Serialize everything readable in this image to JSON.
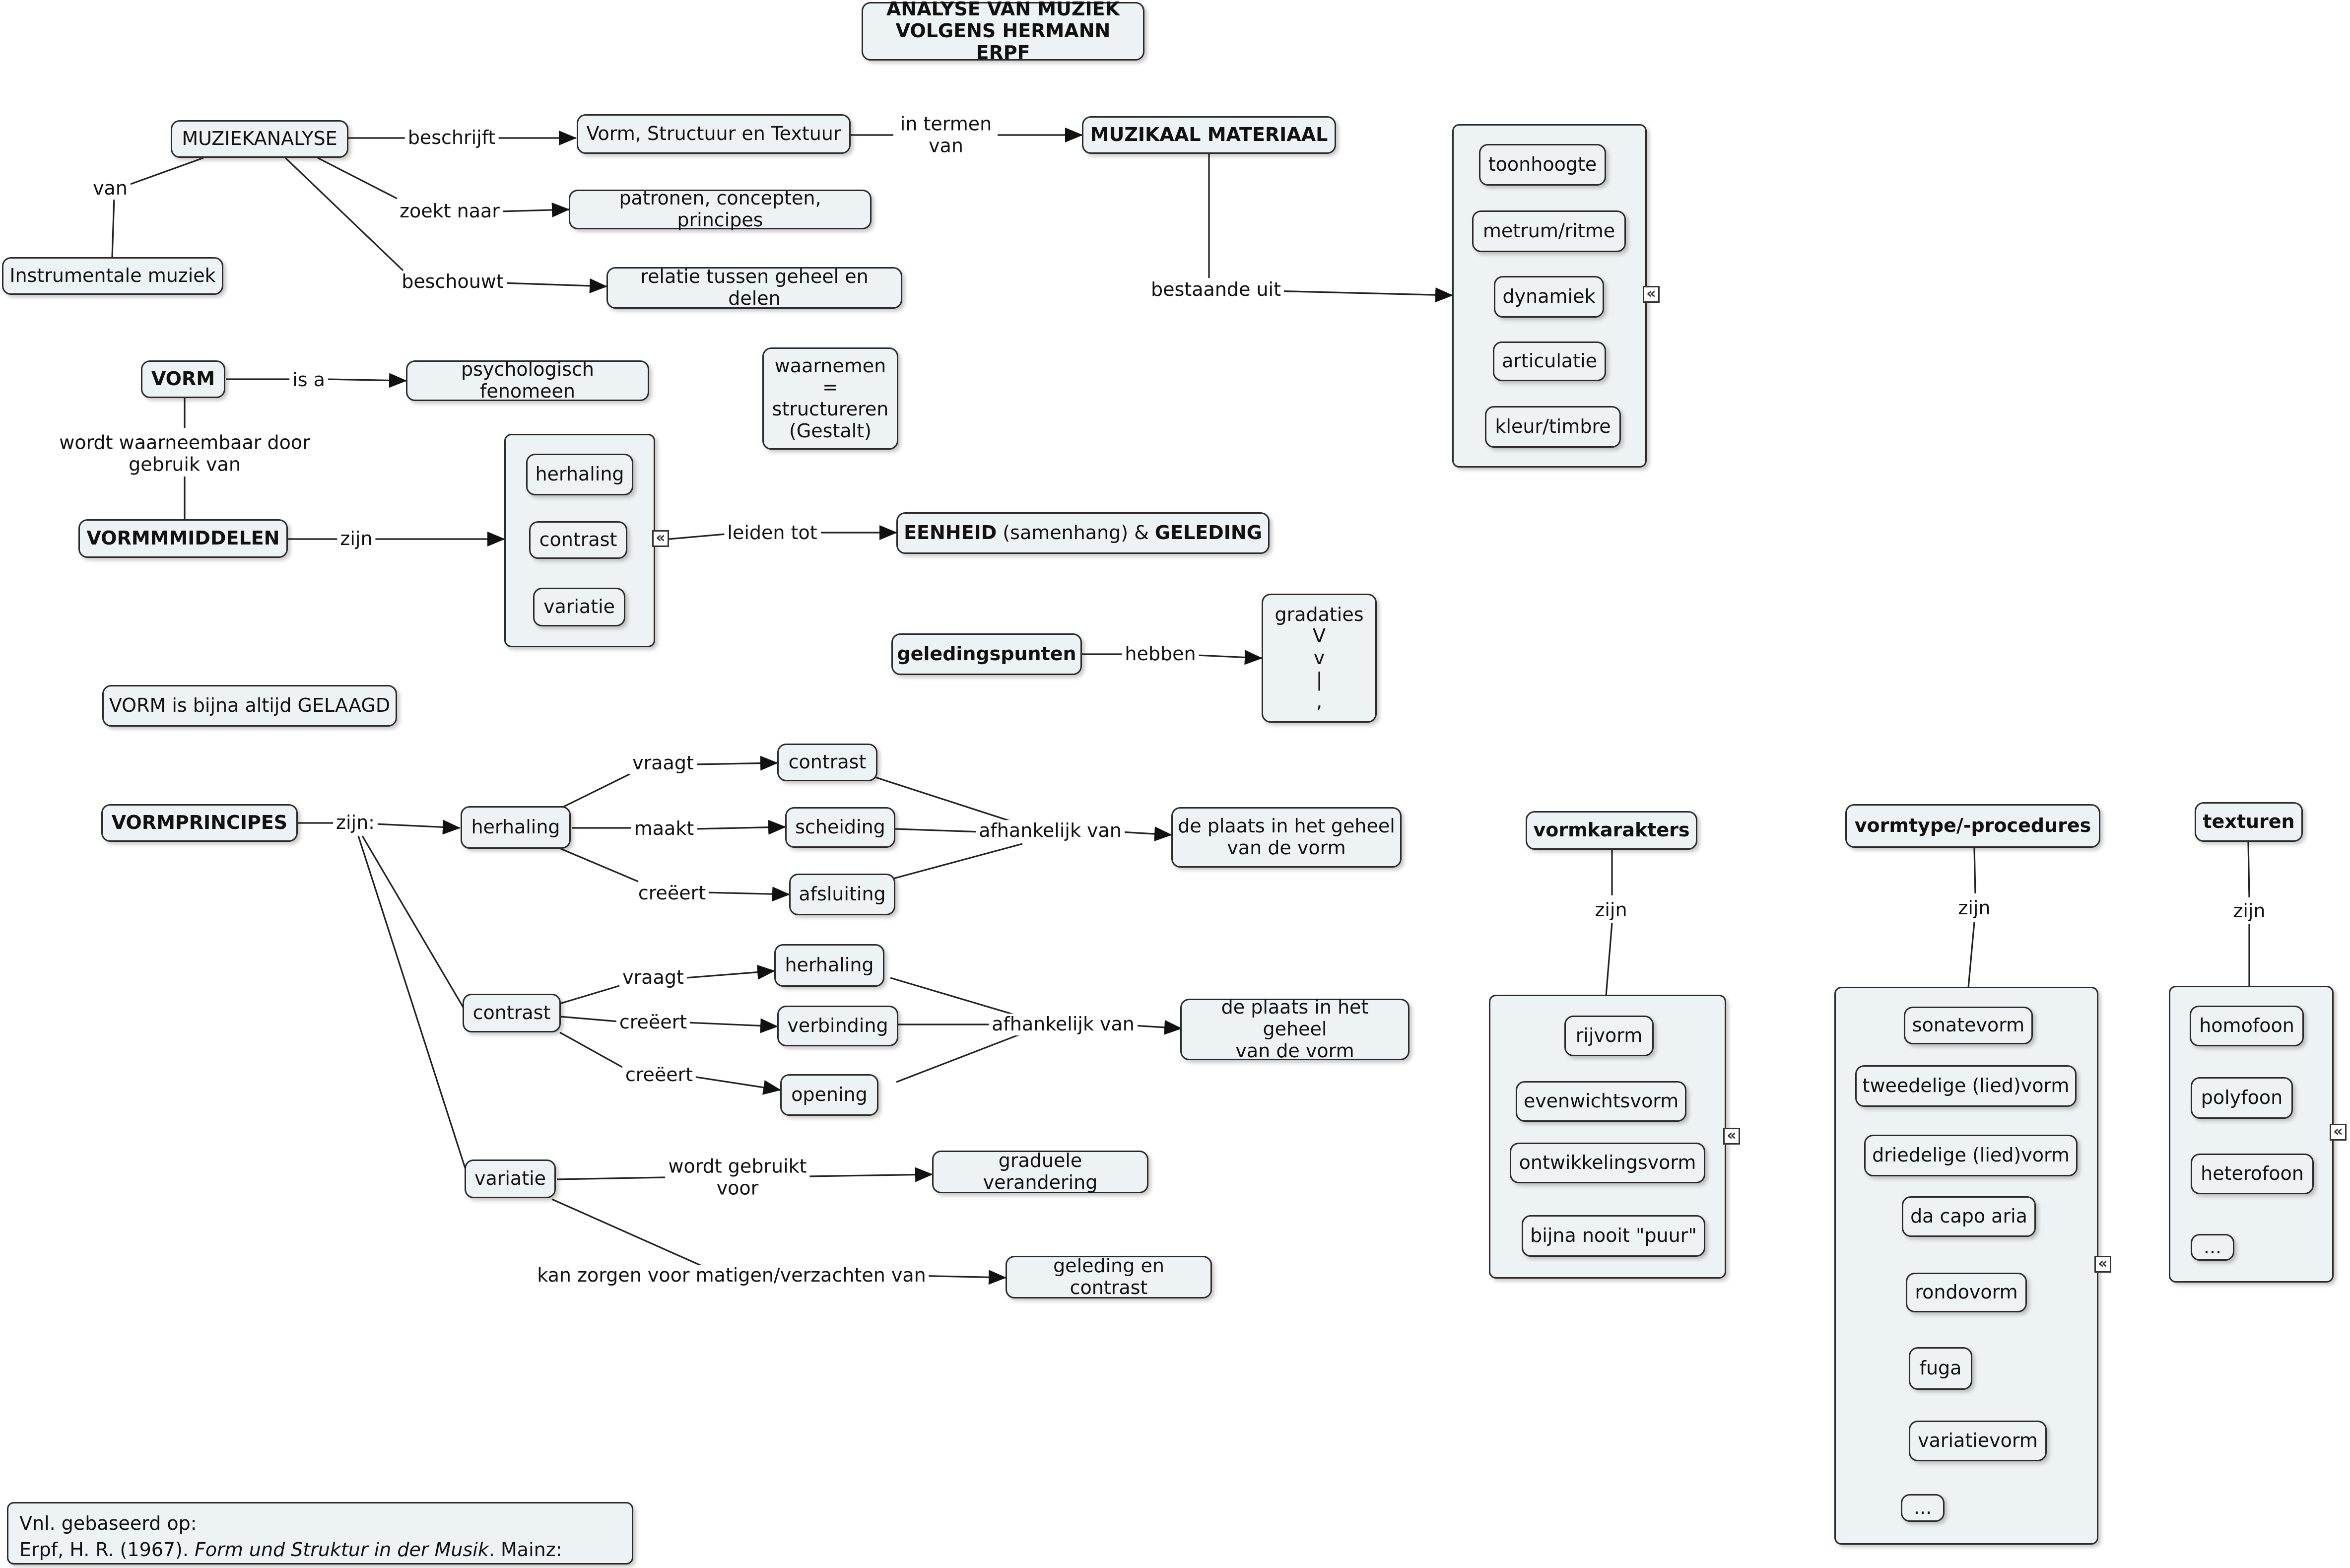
{
  "title": {
    "line1": "ANALYSE VAN MUZIEK",
    "line2": "VOLGENS HERMANN ERPF"
  },
  "nodes": {
    "muziekanalyse": "MUZIEKANALYSE",
    "instrumentale": "Instrumentale muziek",
    "vorm_structuur": "Vorm, Structuur en Textuur",
    "patronen": "patronen, concepten, principes",
    "relatie": "relatie tussen geheel en delen",
    "muzikaal_materiaal": "MUZIKAAL MATERIAAL",
    "vorm": "VORM",
    "psychologisch": "psychologisch fenomeen",
    "waarnemen": "waarnemen\n=\nstructureren\n(Gestalt)",
    "vormmiddelen": "VORMMMIDDELEN",
    "eenheid_1": "EENHEID",
    "eenheid_2": " (samenhang) & ",
    "eenheid_3": "GELEDING",
    "geledingspunten": "geledingspunten",
    "gradaties": "gradaties\nV\nv\n|\n,",
    "vorm_gelaagd": "VORM is bijna altijd GELAAGD",
    "vormprincipes": "VORMPRINCIPES",
    "p_herhaling": "herhaling",
    "p_contrast": "contrast",
    "p_variatie": "variatie",
    "h_contrast": "contrast",
    "h_scheiding": "scheiding",
    "h_afsluiting": "afsluiting",
    "plaats_1": "de plaats in het geheel\nvan de vorm",
    "c_herhaling": "herhaling",
    "c_verbinding": "verbinding",
    "c_opening": "opening",
    "plaats_2": "de plaats in het geheel\nvan de vorm",
    "graduele": "graduele verandering",
    "geleding_contrast": "geleding en contrast",
    "vormkarakters": "vormkarakters",
    "vormtype": "vormtype/-procedures",
    "texturen": "texturen"
  },
  "groups": {
    "materiaal": [
      "toonhoogte",
      "metrum/ritme",
      "dynamiek",
      "articulatie",
      "kleur/timbre"
    ],
    "middelen": [
      "herhaling",
      "contrast",
      "variatie"
    ],
    "vormkarakters": [
      "rijvorm",
      "evenwichtsvorm",
      "ontwikkelingsvorm",
      "bijna nooit \"puur\""
    ],
    "vormtypes": [
      "sonatevorm",
      "tweedelige (lied)vorm",
      "driedelige (lied)vorm",
      "da capo aria",
      "rondovorm",
      "fuga",
      "variatievorm",
      "..."
    ],
    "texturen": [
      "homofoon",
      "polyfoon",
      "heterofoon",
      "..."
    ]
  },
  "links": {
    "van": "van",
    "beschrijft": "beschrijft",
    "zoekt_naar": "zoekt naar",
    "beschouwt": "beschouwt",
    "in_termen_van": "in termen\nvan",
    "bestaande_uit": "bestaande uit",
    "is_a": "is a",
    "wordt_waarneembaar": "wordt waarneembaar door\ngebruik van",
    "zijn": "zijn",
    "leiden_tot": "leiden tot",
    "hebben": "hebben",
    "zijn_colon": "zijn:",
    "h_vraagt": "vraagt",
    "h_maakt": "maakt",
    "h_creeert": "creëert",
    "afhankelijk_1": "afhankelijk van",
    "c_vraagt": "vraagt",
    "c_creeert_1": "creëert",
    "c_creeert_2": "creëert",
    "afhankelijk_2": "afhankelijk van",
    "wordt_gebruikt": "wordt gebruikt\nvoor",
    "kan_zorgen": "kan zorgen voor matigen/verzachten van",
    "zijn_vk": "zijn",
    "zijn_vt": "zijn",
    "zijn_tx": "zijn"
  },
  "reference": {
    "line1": "Vnl. gebaseerd op:",
    "line2_a": "Erpf, H. R. (1967). ",
    "line2_italic": "Form und Struktur in der Musik",
    "line2_b": ". Mainz: Schott."
  },
  "toggle_symbol": "«"
}
